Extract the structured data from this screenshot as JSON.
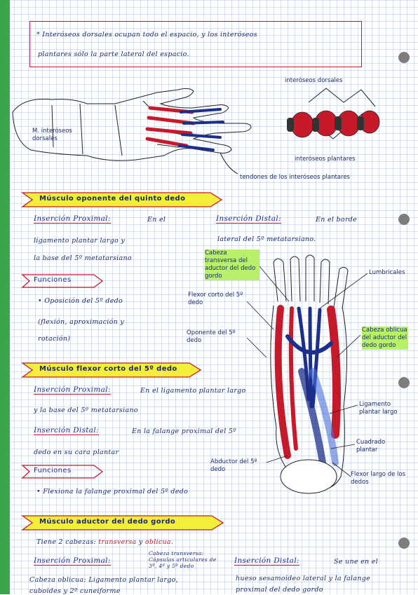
{
  "note_box": {
    "line1": "* Interóseos dorsales ocupan todo el espacio, y los interóseos",
    "line2": "plantares sólo la parte lateral del espacio."
  },
  "figure1": {
    "label_dorsales": "M. interóseos dorsales",
    "label_interoseos_dorsales": "interóseos dorsales",
    "label_interoseos_plantares": "interóseos plantares",
    "label_tendones": "tendones de los interóseos plantares"
  },
  "sec1": {
    "title": "Músculo oponente del quinto dedo",
    "ins_prox_head": "Inserción Proximal:",
    "ins_prox_l1": "En el",
    "ins_prox_l2": "ligamento plantar largo y",
    "ins_prox_l3": "la base del 5º metatarsiano",
    "ins_dist_head": "Inserción Distal:",
    "ins_dist_l1": "En el borde",
    "ins_dist_l2": "lateral del 5º metatarsiano.",
    "func_head": "Funciones",
    "func_l1": "• Oposición del 5º dedo",
    "func_l2": "(flexión, aproximación y",
    "func_l3": "rotación)"
  },
  "sec2": {
    "title": "Músculo flexor corto del 5º dedo",
    "ins_prox_head": "Inserción Proximal:",
    "ins_prox_l1": "En el ligamento plantar largo",
    "ins_prox_l2": "y la base del 5º metatarsiano",
    "ins_dist_head": "Inserción Distal:",
    "ins_dist_l1": "En la falange proximal del 5º",
    "ins_dist_l2": "dedo en su cara plantar",
    "func_head": "Funciones",
    "func_l1": "• Flexiona la falange proximal del 5º dedo"
  },
  "sec3": {
    "title": "Músculo aductor del dedo gordo",
    "intro_pre": "Tiene 2 cabezas:",
    "intro_transversa": "transversa",
    "intro_y": "y",
    "intro_oblicua": "oblicua.",
    "ins_prox_head": "Inserción Proximal:",
    "ins_prox_note1": "Cabeza transversa:",
    "ins_prox_note2": "Cápsulas articulares de",
    "ins_prox_note3": "3º, 4º y 5º dedo",
    "ins_prox_l1": "Cabeza oblicua: Ligamento plantar largo,",
    "ins_prox_l2": "cuboides y 2º cuneiforme",
    "ins_dist_head": "Inserción Distal:",
    "ins_dist_l1": "Se une en el",
    "ins_dist_l2": "hueso sesamoideo lateral y la falange",
    "ins_dist_l3": "proximal del dedo gordo"
  },
  "figure2": {
    "cabeza_transversa": "Cabeza transversa del aductor del dedo gordo",
    "lumbricales": "Lumbricales",
    "flexor_corto": "Flexor corto del 5º dedo",
    "oponente": "Oponente del 5º dedo",
    "cabeza_oblicua": "Cabeza oblicua del aductor del dedo gordo",
    "ligamento": "Ligamento plantar largo",
    "cuadrado": "Cuadrado plantar",
    "abductor": "Abductor del 5º dedo",
    "flexor_largo": "Flexor largo de los dedos"
  },
  "colors": {
    "ink_blue": "#1c2f8a",
    "ink_red": "#c61a2b",
    "highlight_green": "#b9f06b",
    "highlight_yellow": "#f3ee3a"
  }
}
